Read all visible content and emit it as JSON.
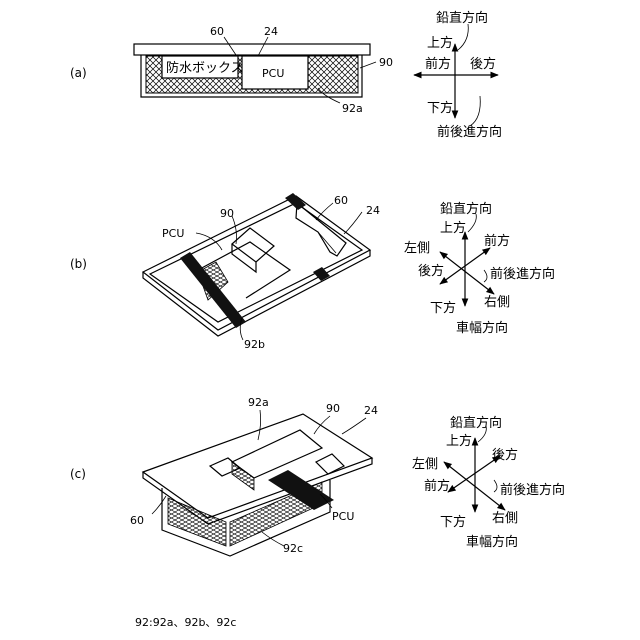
{
  "panels": {
    "a": {
      "tag": "(a)",
      "labels": {
        "n60": "60",
        "n24": "24",
        "n90": "90",
        "n92a": "92a",
        "box": "防水ボックス",
        "pcu": "PCU"
      },
      "axes": {
        "vertical": "鉛直方向",
        "up": "上方",
        "down": "下方",
        "front": "前方",
        "rear": "後方",
        "fb": "前後進方向"
      }
    },
    "b": {
      "tag": "(b)",
      "labels": {
        "pcu": "PCU",
        "n90": "90",
        "n60": "60",
        "n24": "24",
        "n92b": "92b"
      },
      "axes": {
        "vertical": "鉛直方向",
        "up": "上方",
        "front": "前方",
        "left": "左側",
        "rear": "後方",
        "fb": "前後進方向",
        "down": "下方",
        "right": "右側",
        "width": "車幅方向"
      }
    },
    "c": {
      "tag": "(c)",
      "labels": {
        "n92a": "92a",
        "n90": "90",
        "n24": "24",
        "n60": "60",
        "pcu": "PCU",
        "n92c": "92c"
      },
      "axes": {
        "vertical": "鉛直方向",
        "up": "上方",
        "rear": "後方",
        "left": "左側",
        "front": "前方",
        "fb": "前後進方向",
        "down": "下方",
        "right": "右側",
        "width": "車幅方向"
      }
    }
  },
  "footnote": "92:92a、92b、92c"
}
